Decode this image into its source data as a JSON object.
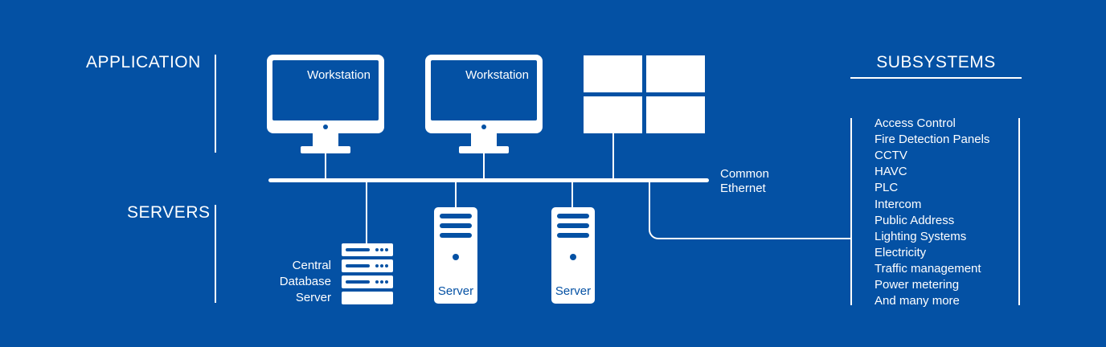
{
  "labels": {
    "application": "APPLICATION",
    "servers": "SERVERS",
    "subsystems": "SUBSYSTEMS",
    "ethernet_line1": "Common",
    "ethernet_line2": "Ethernet"
  },
  "workstations": [
    {
      "label": "Workstation"
    },
    {
      "label": "Workstation"
    }
  ],
  "servers": [
    {
      "label": "Server"
    },
    {
      "label": "Server"
    }
  ],
  "database_server": {
    "line1": "Central",
    "line2": "Database",
    "line3": "Server"
  },
  "subsystems": [
    "Access Control",
    "Fire Detection Panels",
    "CCTV",
    "HAVC",
    "PLC",
    "Intercom",
    "Public Address",
    "Lighting Systems",
    "Electricity",
    "Traffic management",
    "Power metering",
    "And many more"
  ],
  "colors": {
    "background": "#0451A4",
    "foreground": "#ffffff"
  }
}
